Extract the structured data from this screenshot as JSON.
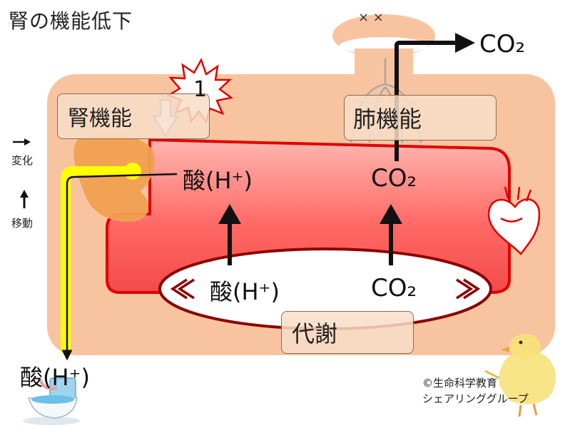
{
  "title": "腎の機能低下",
  "labels": {
    "kidney_function": "腎機能",
    "lung_function": "肺機能",
    "metabolism": "代謝",
    "acid_blood": "酸(H⁺)",
    "acid_metabolism": "酸(H⁺)",
    "acid_excreted": "酸(H⁺)",
    "co2_blood": "CO₂",
    "co2_metabolism": "CO₂",
    "co2_exhaled": "CO₂",
    "badge_number": "1"
  },
  "legend": {
    "change": "変化",
    "movement": "移動"
  },
  "credit": {
    "line1": "©生命科学教育",
    "line2": "シェアリンググループ"
  },
  "head_marks": "×  ×",
  "colors": {
    "body": "#f8c4a0",
    "blood_border": "#e00000",
    "urine": "#ffff00",
    "kidney": "#f0a050",
    "arrow": "#111111",
    "down_arrow": "#6a8fd6"
  }
}
